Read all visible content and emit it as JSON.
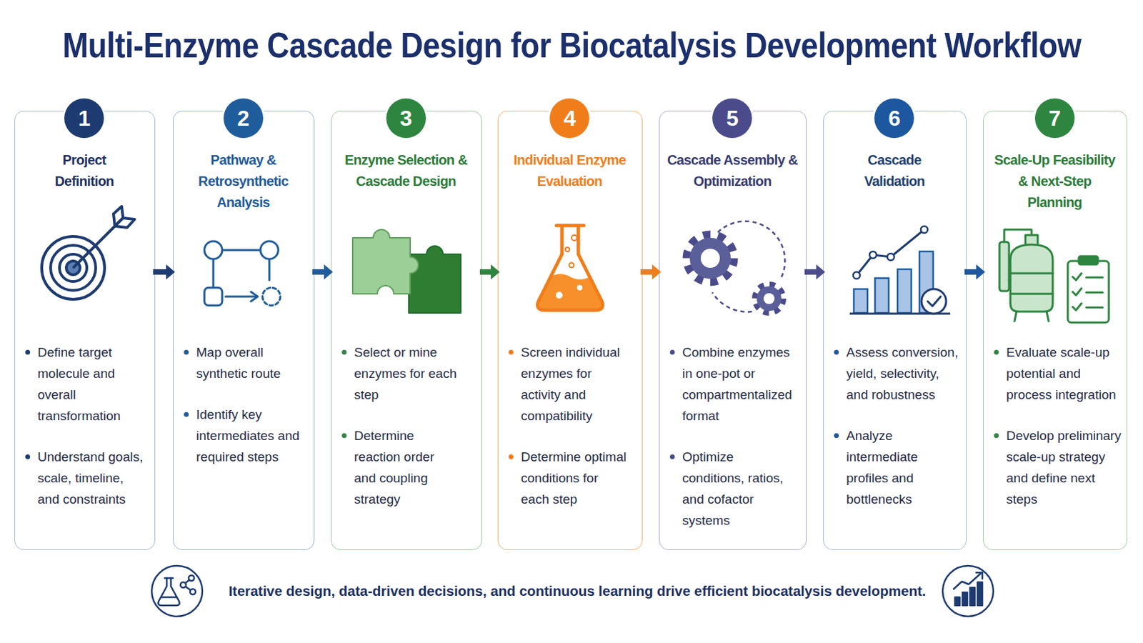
{
  "diagram": {
    "title": "Multi-Enzyme Cascade Design for Biocatalysis Development Workflow",
    "caption": "Iterative design, data-driven decisions, and continuous learning drive efficient biocatalysis development.",
    "nodes": [
      {
        "text": [
          "Project Definition",
          "Define target molecule and overall transformation",
          "Understand goals, scale, timeline, and constraints"
        ]
      },
      {
        "text": [
          "1"
        ],
        "in": 0
      },
      {
        "text": [
          "Pathway & Retrosynthetic Analysis",
          "Map overall synthetic route",
          "Identify key intermediates and required steps"
        ]
      },
      {
        "text": [
          "2"
        ],
        "in": 2
      },
      {
        "text": [
          "Enzyme Selection & Cascade Design",
          "Select or mine enzymes for each step",
          "Determine reaction order and coupling strategy"
        ]
      },
      {
        "text": [
          "3"
        ],
        "in": 4
      },
      {
        "text": [
          "Individual Enzyme Evaluation",
          "Screen individual enzymes for activity and compatibility",
          "Determine optimal conditions for each step"
        ]
      },
      {
        "text": [
          "4"
        ],
        "in": 6
      },
      {
        "text": [
          "Cascade Assembly & Optimization",
          "Combine enzymes in one-pot or compartmentalized format",
          "Optimize conditions, ratios, and cofactor systems"
        ]
      },
      {
        "text": [
          "5"
        ],
        "in": 8
      },
      {
        "text": [
          "Cascade Validation",
          "Assess conversion, yield, selectivity, and robustness",
          "Analyze intermediate profiles and bottlenecks"
        ]
      },
      {
        "text": [
          "6"
        ],
        "in": 10
      },
      {
        "text": [
          "Scale-Up Feasibility & Next-Step Planning",
          "Evaluate scale-up potential and process integration",
          "Develop preliminary scale-up strategy and define next steps"
        ]
      },
      {
        "text": [
          "7"
        ],
        "in": 12
      }
    ],
    "edges": [
      {
        "from": 0,
        "to": 2,
        "arrow": "to"
      },
      {
        "from": 2,
        "to": 4,
        "arrow": "to"
      },
      {
        "from": 4,
        "to": 6,
        "arrow": "to"
      },
      {
        "from": 6,
        "to": 8,
        "arrow": "to"
      },
      {
        "from": 8,
        "to": 10,
        "arrow": "to"
      },
      {
        "from": 10,
        "to": 12,
        "arrow": "to"
      }
    ]
  }
}
